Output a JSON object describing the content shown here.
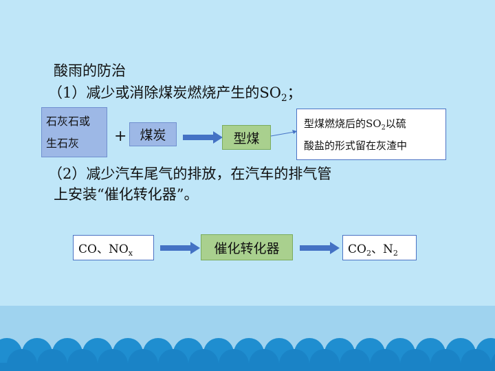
{
  "content": {
    "title": "酸雨的防治",
    "item1": "（1）减少或消除煤炭燃烧产生的SO",
    "item1_sub": "2",
    "item1_end": "；",
    "item2_line1": "（2）减少汽车尾气的排放，在汽车的排气管",
    "item2_line2": "上安装“催化转化器”。"
  },
  "diagram1": {
    "limestone_line1": "石灰石或",
    "limestone_line2": "生石灰",
    "plus": "+",
    "coal": "煤炭",
    "briquette": "型煤",
    "note_line1_a": "型煤燃烧后的SO",
    "note_line1_sub": "2",
    "note_line1_b": "以硫",
    "note_line2": "酸盐的形式留在灰渣中"
  },
  "diagram2": {
    "input_a": "CO、NO",
    "input_sub": "x",
    "converter": "催化转化器",
    "output_a": "CO",
    "output_sub1": "2",
    "output_b": "、N",
    "output_sub2": "2"
  },
  "colors": {
    "background": "#bfe6f8",
    "arrow": "#4472c4",
    "blue_box": "#9db8e6",
    "green_box": "#a9d08e",
    "wave": "#1f8ed0"
  }
}
